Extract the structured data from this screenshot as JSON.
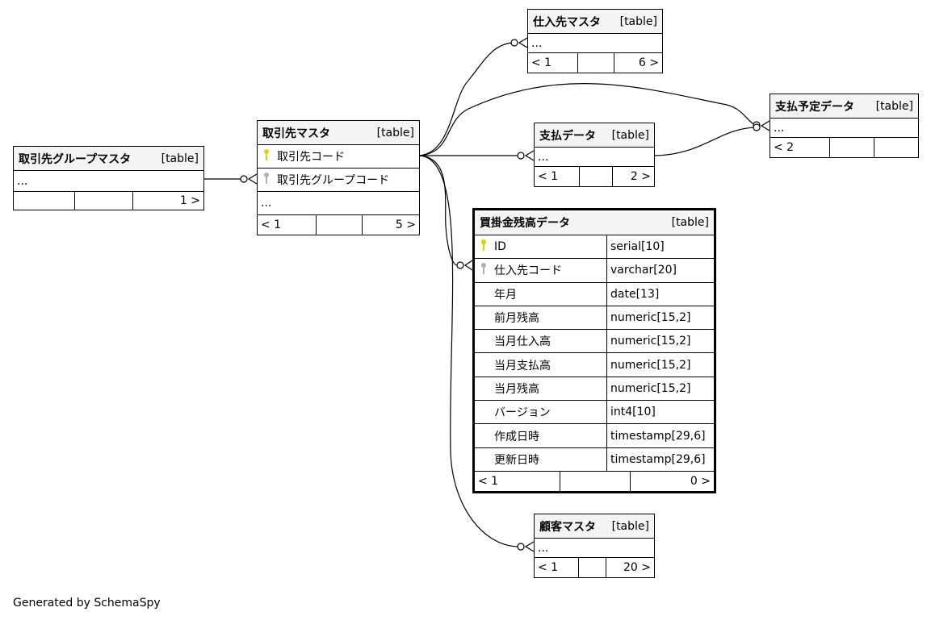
{
  "tables": [
    {
      "id": "torihikisaki-group",
      "name": "取引先グループマスタ",
      "type": "[table]",
      "rows": [
        {
          "name": "..."
        }
      ],
      "footer": [
        "",
        "",
        "1 >"
      ]
    },
    {
      "id": "torihikisaki",
      "name": "取引先マスタ",
      "type": "[table]",
      "rows": [
        {
          "name": "取引先コード",
          "key": "primary"
        },
        {
          "name": "取引先グループコード",
          "key": "foreign"
        },
        {
          "name": "..."
        }
      ],
      "footer": [
        "< 1",
        "",
        "5 >"
      ]
    },
    {
      "id": "shiiresaki",
      "name": "仕入先マスタ",
      "type": "[table]",
      "rows": [
        {
          "name": "..."
        }
      ],
      "footer": [
        "< 1",
        "",
        "6 >"
      ]
    },
    {
      "id": "shiharai-yotei",
      "name": "支払予定データ",
      "type": "[table]",
      "rows": [
        {
          "name": "..."
        }
      ],
      "footer": [
        "< 2",
        "",
        ""
      ]
    },
    {
      "id": "shiharai",
      "name": "支払データ",
      "type": "[table]",
      "rows": [
        {
          "name": "..."
        }
      ],
      "footer": [
        "< 1",
        "",
        "2 >"
      ]
    },
    {
      "id": "kaikake-zandaka",
      "name": "買掛金残高データ",
      "type": "[table]",
      "focus": true,
      "rows": [
        {
          "name": "ID",
          "key": "primary",
          "dtype": "serial[10]"
        },
        {
          "name": "仕入先コード",
          "key": "foreign",
          "dtype": "varchar[20]"
        },
        {
          "name": "年月",
          "dtype": "date[13]"
        },
        {
          "name": "前月残高",
          "dtype": "numeric[15,2]"
        },
        {
          "name": "当月仕入高",
          "dtype": "numeric[15,2]"
        },
        {
          "name": "当月支払高",
          "dtype": "numeric[15,2]"
        },
        {
          "name": "当月残高",
          "dtype": "numeric[15,2]"
        },
        {
          "name": "バージョン",
          "dtype": "int4[10]"
        },
        {
          "name": "作成日時",
          "dtype": "timestamp[29,6]"
        },
        {
          "name": "更新日時",
          "dtype": "timestamp[29,6]"
        }
      ],
      "footer": [
        "< 1",
        "",
        "0 >"
      ]
    },
    {
      "id": "kokyaku",
      "name": "顧客マスタ",
      "type": "[table]",
      "rows": [
        {
          "name": "..."
        }
      ],
      "footer": [
        "< 1",
        "",
        "20 >"
      ]
    }
  ],
  "colors": {
    "primary_key": "#e0d000",
    "foreign_key": "#b0b0b0",
    "header_bg": "#f4f4f4"
  },
  "credit": "Generated by SchemaSpy"
}
